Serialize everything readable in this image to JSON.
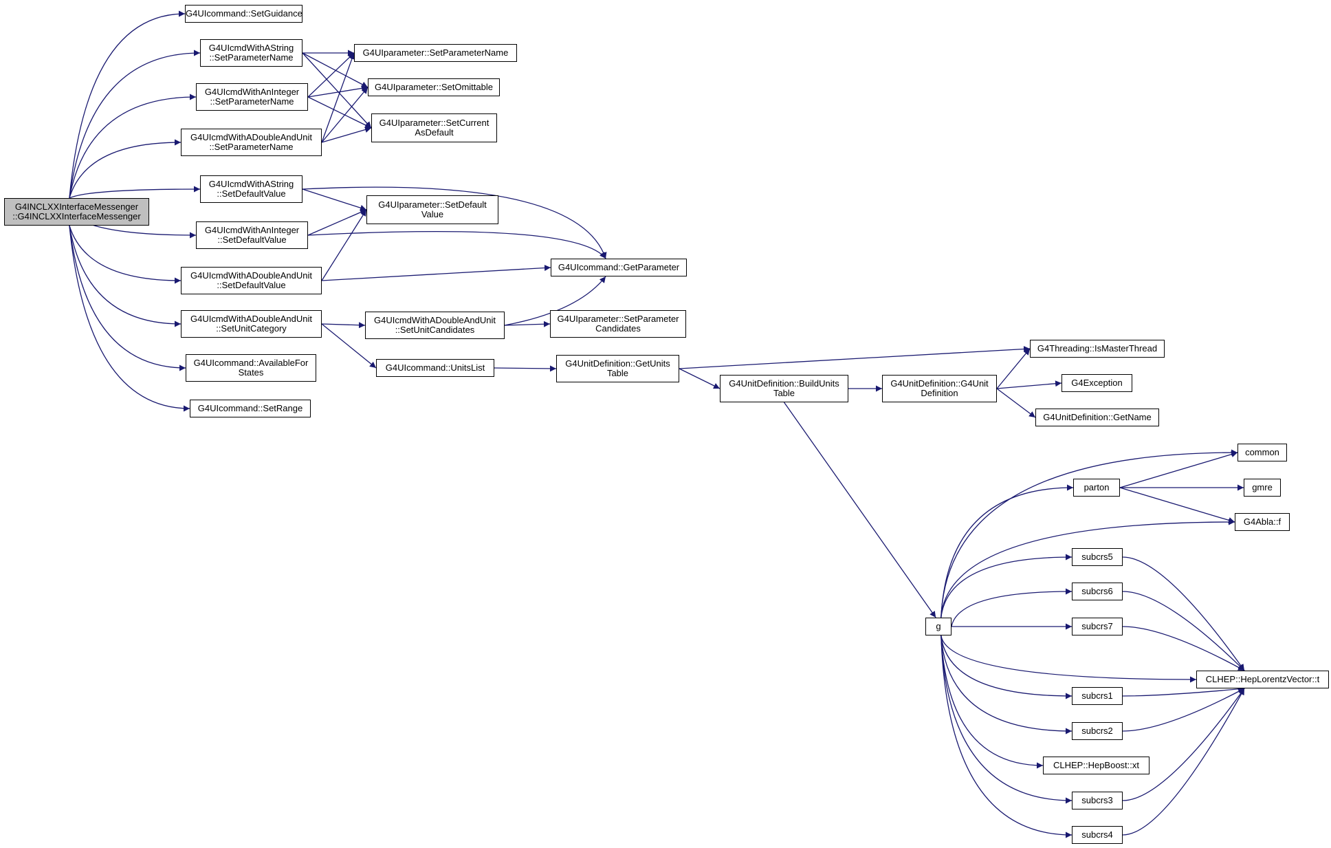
{
  "graph": {
    "edge_color": "#191970",
    "root_fill": "#bfbfbf",
    "nodes": [
      {
        "id": "root",
        "lines": [
          "G4INCLXXInterfaceMessenger",
          "::G4INCLXXInterfaceMessenger"
        ]
      },
      {
        "id": "setguidance",
        "lines": [
          "G4UIcommand::SetGuidance"
        ]
      },
      {
        "id": "str_setparamname",
        "lines": [
          "G4UIcmdWithAString",
          "::SetParameterName"
        ]
      },
      {
        "id": "int_setparamname",
        "lines": [
          "G4UIcmdWithAnInteger",
          "::SetParameterName"
        ]
      },
      {
        "id": "dbl_setparamname",
        "lines": [
          "G4UIcmdWithADoubleAndUnit",
          "::SetParameterName"
        ]
      },
      {
        "id": "str_setdefault",
        "lines": [
          "G4UIcmdWithAString",
          "::SetDefaultValue"
        ]
      },
      {
        "id": "int_setdefault",
        "lines": [
          "G4UIcmdWithAnInteger",
          "::SetDefaultValue"
        ]
      },
      {
        "id": "dbl_setdefault",
        "lines": [
          "G4UIcmdWithADoubleAndUnit",
          "::SetDefaultValue"
        ]
      },
      {
        "id": "dbl_setunitcat",
        "lines": [
          "G4UIcmdWithADoubleAndUnit",
          "::SetUnitCategory"
        ]
      },
      {
        "id": "availablefor",
        "lines": [
          "G4UIcommand::AvailableFor",
          "States"
        ]
      },
      {
        "id": "setrange",
        "lines": [
          "G4UIcommand::SetRange"
        ]
      },
      {
        "id": "param_setparamname",
        "lines": [
          "G4UIparameter::SetParameterName"
        ]
      },
      {
        "id": "param_setomittable",
        "lines": [
          "G4UIparameter::SetOmittable"
        ]
      },
      {
        "id": "param_setcurrent",
        "lines": [
          "G4UIparameter::SetCurrent",
          "AsDefault"
        ]
      },
      {
        "id": "param_setdefault",
        "lines": [
          "G4UIparameter::SetDefault",
          "Value"
        ]
      },
      {
        "id": "getparameter",
        "lines": [
          "G4UIcommand::GetParameter"
        ]
      },
      {
        "id": "dbl_setunitcand",
        "lines": [
          "G4UIcmdWithADoubleAndUnit",
          "::SetUnitCandidates"
        ]
      },
      {
        "id": "param_setcand",
        "lines": [
          "G4UIparameter::SetParameter",
          "Candidates"
        ]
      },
      {
        "id": "unitslist",
        "lines": [
          "G4UIcommand::UnitsList"
        ]
      },
      {
        "id": "getunitstable",
        "lines": [
          "G4UnitDefinition::GetUnits",
          "Table"
        ]
      },
      {
        "id": "buildunitstable",
        "lines": [
          "G4UnitDefinition::BuildUnits",
          "Table"
        ]
      },
      {
        "id": "g4unitdef",
        "lines": [
          "G4UnitDefinition::G4Unit",
          "Definition"
        ]
      },
      {
        "id": "ismaster",
        "lines": [
          "G4Threading::IsMasterThread"
        ]
      },
      {
        "id": "g4exception",
        "lines": [
          "G4Exception"
        ]
      },
      {
        "id": "getname",
        "lines": [
          "G4UnitDefinition::GetName"
        ]
      },
      {
        "id": "g",
        "lines": [
          "g"
        ]
      },
      {
        "id": "common",
        "lines": [
          "common"
        ]
      },
      {
        "id": "parton",
        "lines": [
          "parton"
        ]
      },
      {
        "id": "gmre",
        "lines": [
          "gmre"
        ]
      },
      {
        "id": "ablaf",
        "lines": [
          "G4Abla::f"
        ]
      },
      {
        "id": "subcrs5",
        "lines": [
          "subcrs5"
        ]
      },
      {
        "id": "subcrs6",
        "lines": [
          "subcrs6"
        ]
      },
      {
        "id": "subcrs7",
        "lines": [
          "subcrs7"
        ]
      },
      {
        "id": "hepvt",
        "lines": [
          "CLHEP::HepLorentzVector::t"
        ]
      },
      {
        "id": "subcrs1",
        "lines": [
          "subcrs1"
        ]
      },
      {
        "id": "subcrs2",
        "lines": [
          "subcrs2"
        ]
      },
      {
        "id": "hepboostxt",
        "lines": [
          "CLHEP::HepBoost::xt"
        ]
      },
      {
        "id": "subcrs3",
        "lines": [
          "subcrs3"
        ]
      },
      {
        "id": "subcrs4",
        "lines": [
          "subcrs4"
        ]
      }
    ],
    "edges": [
      [
        "root",
        "setguidance"
      ],
      [
        "root",
        "str_setparamname"
      ],
      [
        "root",
        "int_setparamname"
      ],
      [
        "root",
        "dbl_setparamname"
      ],
      [
        "root",
        "str_setdefault"
      ],
      [
        "root",
        "int_setdefault"
      ],
      [
        "root",
        "dbl_setdefault"
      ],
      [
        "root",
        "dbl_setunitcat"
      ],
      [
        "root",
        "availablefor"
      ],
      [
        "root",
        "setrange"
      ],
      [
        "str_setparamname",
        "param_setparamname"
      ],
      [
        "str_setparamname",
        "param_setomittable"
      ],
      [
        "str_setparamname",
        "param_setcurrent"
      ],
      [
        "int_setparamname",
        "param_setparamname"
      ],
      [
        "int_setparamname",
        "param_setomittable"
      ],
      [
        "int_setparamname",
        "param_setcurrent"
      ],
      [
        "dbl_setparamname",
        "param_setparamname"
      ],
      [
        "dbl_setparamname",
        "param_setomittable"
      ],
      [
        "dbl_setparamname",
        "param_setcurrent"
      ],
      [
        "str_setdefault",
        "param_setdefault"
      ],
      [
        "str_setdefault",
        "getparameter"
      ],
      [
        "int_setdefault",
        "param_setdefault"
      ],
      [
        "int_setdefault",
        "getparameter"
      ],
      [
        "dbl_setdefault",
        "param_setdefault"
      ],
      [
        "dbl_setdefault",
        "getparameter"
      ],
      [
        "dbl_setunitcat",
        "dbl_setunitcand"
      ],
      [
        "dbl_setunitcat",
        "unitslist"
      ],
      [
        "dbl_setunitcand",
        "getparameter"
      ],
      [
        "dbl_setunitcand",
        "param_setcand"
      ],
      [
        "unitslist",
        "getunitstable"
      ],
      [
        "getunitstable",
        "ismaster"
      ],
      [
        "getunitstable",
        "buildunitstable"
      ],
      [
        "buildunitstable",
        "g4unitdef"
      ],
      [
        "buildunitstable",
        "g"
      ],
      [
        "g4unitdef",
        "ismaster"
      ],
      [
        "g4unitdef",
        "g4exception"
      ],
      [
        "g4unitdef",
        "getname"
      ],
      [
        "g",
        "common"
      ],
      [
        "g",
        "parton"
      ],
      [
        "g",
        "ablaf"
      ],
      [
        "g",
        "subcrs5"
      ],
      [
        "g",
        "subcrs6"
      ],
      [
        "g",
        "subcrs7"
      ],
      [
        "g",
        "hepvt"
      ],
      [
        "g",
        "subcrs1"
      ],
      [
        "g",
        "subcrs2"
      ],
      [
        "g",
        "hepboostxt"
      ],
      [
        "g",
        "subcrs3"
      ],
      [
        "g",
        "subcrs4"
      ],
      [
        "parton",
        "common"
      ],
      [
        "parton",
        "gmre"
      ],
      [
        "parton",
        "ablaf"
      ],
      [
        "subcrs5",
        "hepvt"
      ],
      [
        "subcrs6",
        "hepvt"
      ],
      [
        "subcrs7",
        "hepvt"
      ],
      [
        "subcrs1",
        "hepvt"
      ],
      [
        "subcrs2",
        "hepvt"
      ],
      [
        "subcrs3",
        "hepvt"
      ],
      [
        "subcrs4",
        "hepvt"
      ]
    ]
  }
}
